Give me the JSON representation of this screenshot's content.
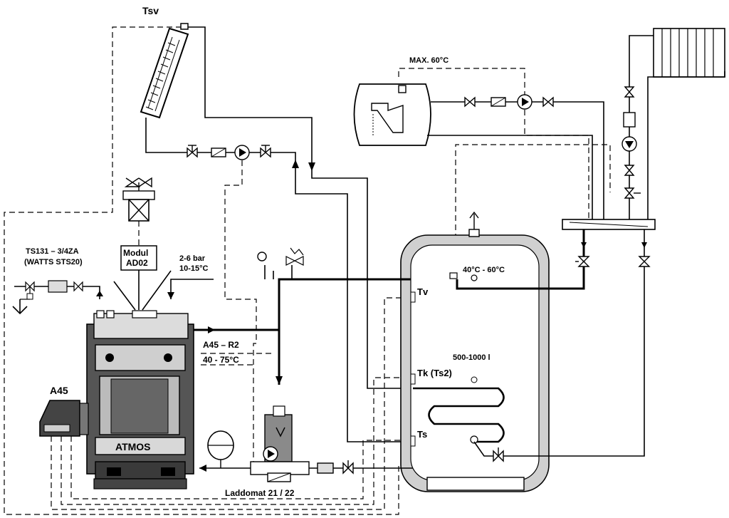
{
  "labels": {
    "tsv": "Tsv",
    "max_temp": "MAX. 60°C",
    "safety_valve_model": "TS131 – 3/4ZA",
    "safety_valve_alt": "(WATTS STS20)",
    "modul_line1": "Modul",
    "modul_line2": "AD02",
    "pressure": "2-6 bar",
    "water_temp": "10-15°C",
    "tank_temp_range": "40°C - 60°C",
    "sensor_tv": "Tv",
    "sensor_tk": "Tk (Ts2)",
    "sensor_ts": "Ts",
    "tank_volume": "500-1000 l",
    "burner": "A45",
    "burner_relay": "A45 – R2",
    "boiler_temp": "40 - 75°C",
    "boiler_brand": "ATMOS",
    "laddomat": "Laddomat 21 / 22"
  }
}
